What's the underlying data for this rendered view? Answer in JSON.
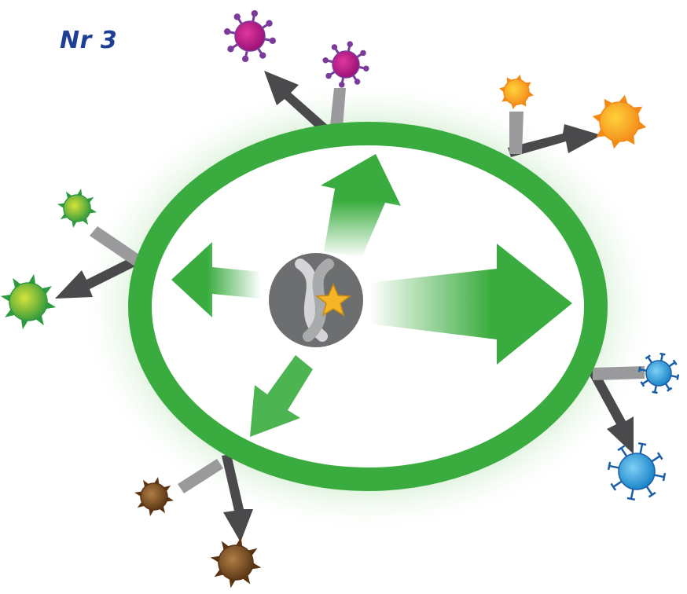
{
  "figure_label": "Nr 3",
  "colors": {
    "cell_ring": "#3aac3f",
    "cell_glow": "#8fd48a",
    "internal_arrow": "#3aac3f",
    "nucleus": "#6d6e70",
    "dna_strand": "#c9cacb",
    "mutation_star": "#f6b427",
    "export_arrow": "#4a4a4c",
    "title": "#1f3f97"
  },
  "elements": {
    "nucleus": {
      "icon": "dna-double-helix-icon",
      "marker": "star-icon"
    },
    "internal_signals": [
      {
        "direction": "up-right"
      },
      {
        "direction": "left"
      },
      {
        "direction": "right"
      },
      {
        "direction": "down-left"
      }
    ],
    "secreted_particles": [
      {
        "group": "magenta",
        "color": "#c9177a",
        "spikes": "#7b3b9b"
      },
      {
        "group": "orange",
        "color": "#f7a11a",
        "spikes": "#f48a16"
      },
      {
        "group": "green",
        "color": "#8dc63f",
        "spikes": "#2e9a3f"
      },
      {
        "group": "blue",
        "color": "#2fa4e0",
        "spikes": "#1a5ea8"
      },
      {
        "group": "brown",
        "color": "#8a5a2c",
        "spikes": "#5b3413"
      }
    ]
  }
}
